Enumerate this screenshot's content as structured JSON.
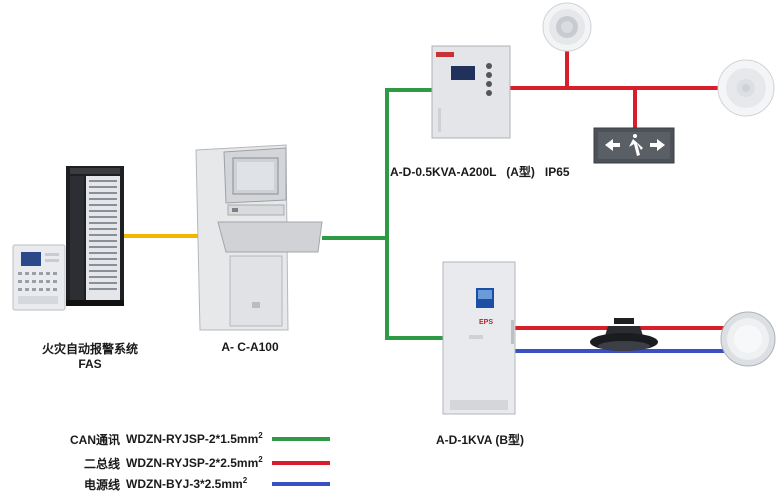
{
  "labels": {
    "fas_line1": "火灾自动报警系统",
    "fas_line2": "FAS",
    "host": "A- C-A100",
    "device_a": "A-D-0.5KVA-A200L   (A型)   IP65",
    "device_b": "A-D-1KVA (B型)",
    "eps_text": "EPS"
  },
  "legend": [
    {
      "name": "CAN通讯",
      "spec": "WDZN-RYJSP-2*1.5mm",
      "sup": "2",
      "color": "#2e9a45"
    },
    {
      "name": "二总线",
      "spec": "WDZN-RYJSP-2*2.5mm",
      "sup": "2",
      "color": "#d81e2a"
    },
    {
      "name": "电源线",
      "spec": "WDZN-BYJ-3*2.5mm",
      "sup": "2",
      "color": "#3a4fc1"
    }
  ],
  "colors": {
    "can": "#2e9a45",
    "bus": "#d81e2a",
    "power": "#3a4fc1",
    "link": "#f2b600"
  },
  "icons": [
    "fire-alarm-panel-icon",
    "fire-alarm-cabinet-icon",
    "monitoring-host-icon",
    "power-box-a-icon",
    "eps-cabinet-b-icon",
    "downlight-icon",
    "ceiling-light-icon",
    "exit-sign-icon",
    "high-bay-lamp-icon",
    "round-ceiling-lamp-icon"
  ]
}
